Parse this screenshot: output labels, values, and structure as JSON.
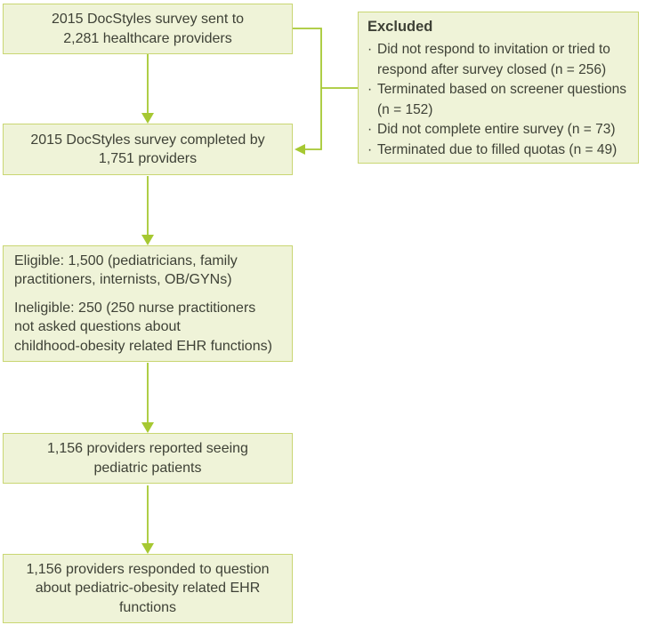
{
  "colors": {
    "box-fill": "#eff3d8",
    "box-border": "#c9d672",
    "line": "#a6c832",
    "text": "#3e4136"
  },
  "flow": {
    "sent": "2015 DocStyles survey sent to\n2,281 healthcare providers",
    "completed": "2015 DocStyles survey completed by\n1,751 providers",
    "eligibility": {
      "eligible": "Eligible: 1,500 (pediatricians, family\npractitioners, internists, OB/GYNs)",
      "ineligible": "Ineligible: 250 (250 nurse practitioners\nnot asked questions about\nchildhood-obesity related EHR functions)"
    },
    "pediatric": "1,156 providers reported seeing\npediatric patients",
    "responded": "1,156 providers responded to question\nabout pediatric-obesity related EHR\nfunctions"
  },
  "excluded": {
    "title": "Excluded",
    "bullet": "·",
    "items": [
      "Did not respond to invitation or tried to\nrespond after survey closed (n = 256)",
      "Terminated based on screener questions\n(n = 152)",
      "Did not complete entire survey (n = 73)",
      "Terminated due to filled quotas (n = 49)"
    ]
  }
}
